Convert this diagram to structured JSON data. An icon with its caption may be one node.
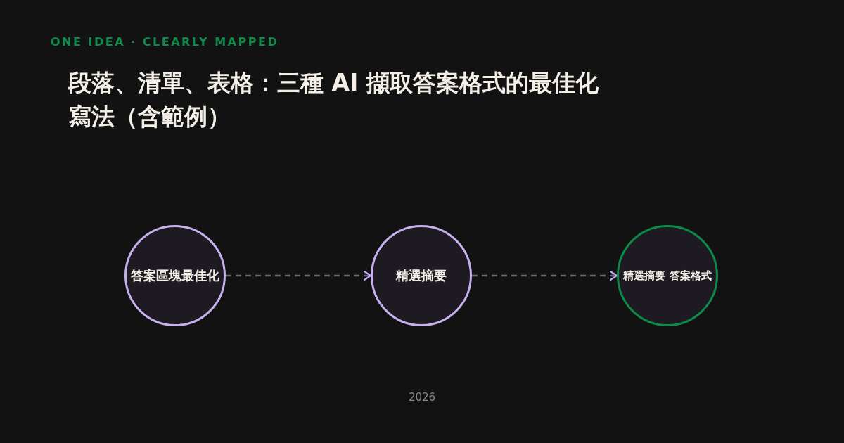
{
  "diagram": {
    "title": "段落、清單、表格：三種 AI 擷取答案格式的最佳化寫法（含範例）",
    "nodes": [
      {
        "text": [
          "答案區塊最佳化"
        ]
      },
      {
        "text": [
          "精選摘要"
        ]
      },
      {
        "text": [
          "精選摘要 答案格式"
        ]
      }
    ],
    "edges": [
      {
        "from": 0,
        "to": 1,
        "arrow": "to",
        "style": "dashed"
      },
      {
        "from": 1,
        "to": 2,
        "arrow": "to",
        "style": "dashed"
      }
    ],
    "labels": [
      "ONE IDEA · CLEARLY MAPPED",
      "2026"
    ]
  }
}
